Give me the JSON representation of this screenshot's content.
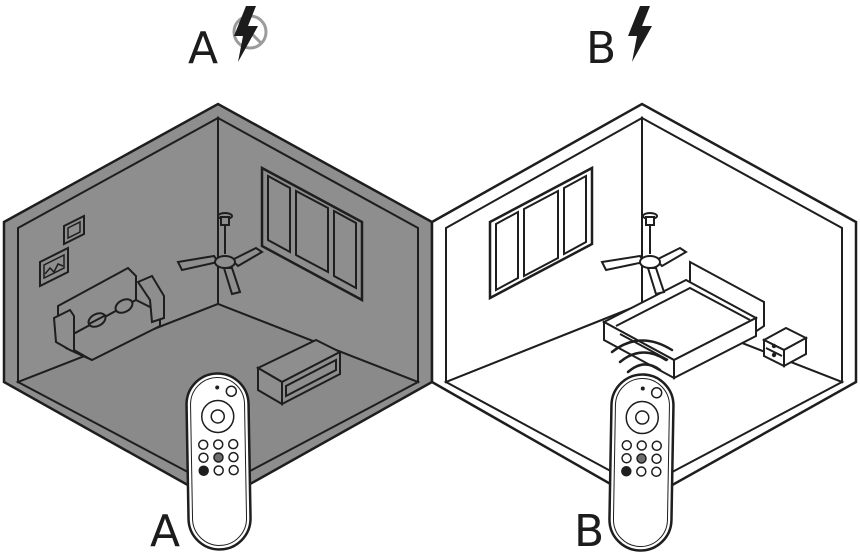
{
  "top_labels": {
    "room_a": "A",
    "room_b": "B"
  },
  "remote_labels": {
    "remote_a": "A",
    "remote_b": "B"
  },
  "colors": {
    "line": "#1e1e1e",
    "room_a_fill": "#8a8a8a",
    "room_a_wall_band": "#9a9a9a",
    "room_b_fill": "#ffffff",
    "no_power_symbol": "#9b9b9b",
    "highlight_button": "#6e6e6e"
  },
  "icons": {
    "room_a_power": "lightning-no-power-icon",
    "room_b_power": "lightning-power-icon",
    "signal": "signal-waves-icon"
  }
}
